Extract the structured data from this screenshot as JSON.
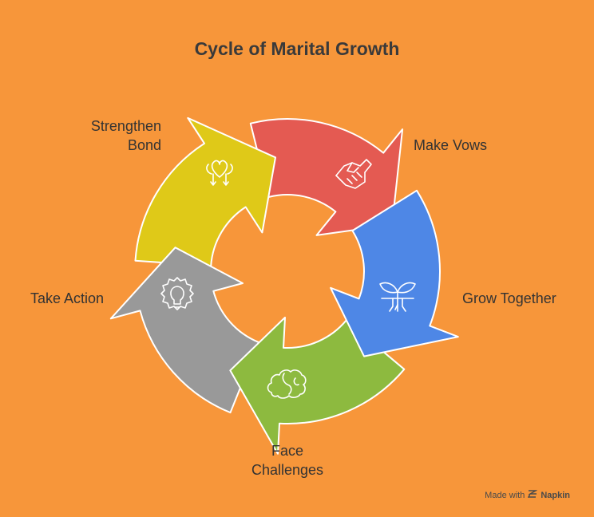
{
  "title": "Cycle of Marital Growth",
  "steps": [
    {
      "label": "Make Vows",
      "color": "#4E87E6",
      "icon": "handshake-icon"
    },
    {
      "label": "Grow Together",
      "color": "#8DBA3F",
      "icon": "sprout-icon"
    },
    {
      "label": "Face Challenges",
      "color": "#999999",
      "icon": "brain-icon"
    },
    {
      "label": "Take Action",
      "color": "#DFC918",
      "icon": "lightbulb-gear-icon"
    },
    {
      "label": "Strengthen Bond",
      "color": "#E45A52",
      "icon": "heart-arrows-icon"
    }
  ],
  "labels": {
    "make_vows": "Make Vows",
    "grow_together": "Grow Together",
    "face_line1": "Face",
    "face_line2": "Challenges",
    "take_action": "Take Action",
    "strengthen_line1": "Strengthen",
    "strengthen_line2": "Bond"
  },
  "footer": {
    "made_with": "Made with",
    "brand": "Napkin"
  }
}
